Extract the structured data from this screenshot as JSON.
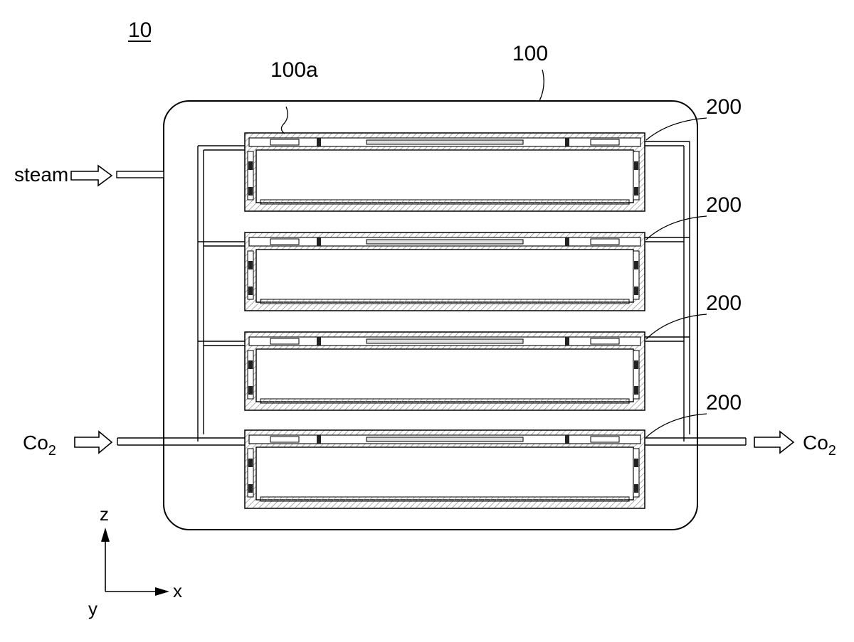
{
  "figure": {
    "number": "10",
    "chamber_label": "100",
    "chamber_space_label": "100a",
    "stack_labels": [
      "200",
      "200",
      "200",
      "200"
    ]
  },
  "flows": {
    "steam_in": "steam",
    "co2_in": "Co",
    "co2_in_sub": "2",
    "co2_out": "Co",
    "co2_out_sub": "2"
  },
  "axes": {
    "z": "z",
    "y": "y",
    "x": "x"
  },
  "colors": {
    "line": "#000000",
    "hatch": "#9a9a9a",
    "background": "#ffffff"
  }
}
